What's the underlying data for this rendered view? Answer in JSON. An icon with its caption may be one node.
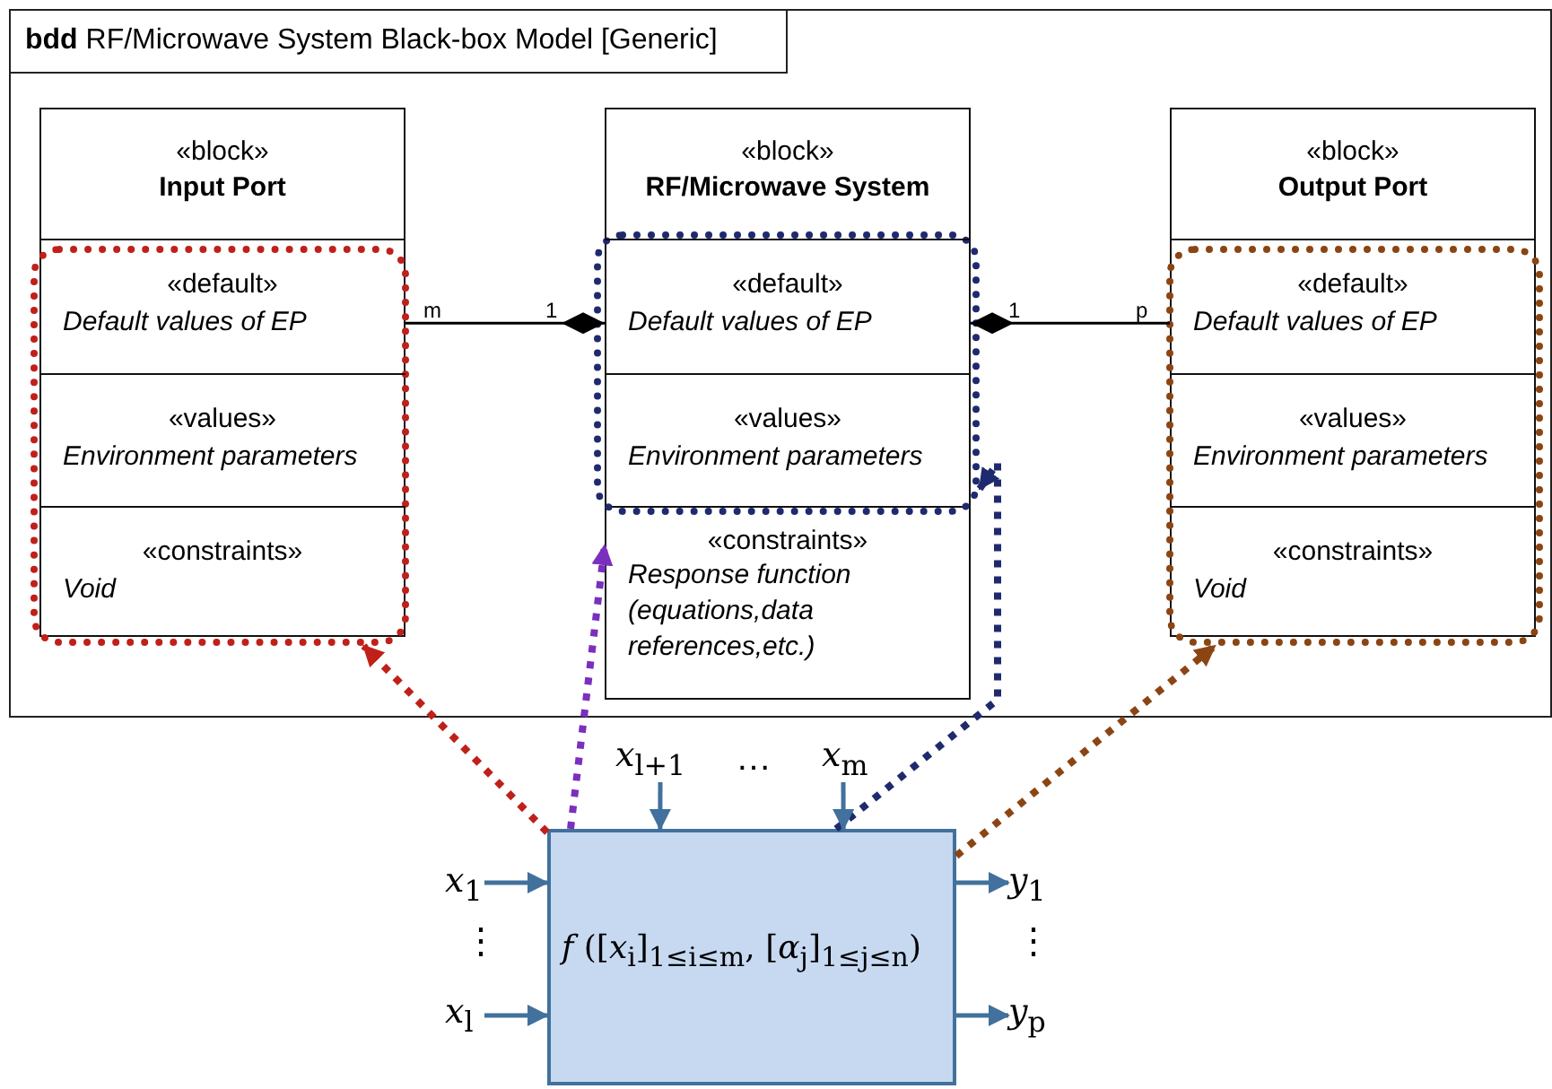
{
  "diagram": {
    "nodes": [
      {
        "text": [
          "**bdd** RF/Microwave System Black-box Model [Generic]"
        ]
      },
      {
        "text": [
          "«block»",
          "Input Port"
        ],
        "in": 0
      },
      {
        "text": [],
        "shape": "box",
        "in": 1
      },
      {
        "text": [
          "«default»",
          "Default values of EP"
        ],
        "in": 2
      },
      {
        "text": [
          "«values»",
          "Environment parameters"
        ],
        "in": 2
      },
      {
        "text": [
          "«constraints»",
          "Void"
        ],
        "in": 2
      },
      {
        "text": [
          "«block»",
          "RF/Microwave System"
        ],
        "in": 0
      },
      {
        "text": [],
        "shape": "box",
        "in": 6
      },
      {
        "text": [
          "«default»",
          "Default values of EP"
        ],
        "in": 7
      },
      {
        "text": [
          "«values»",
          "Environment parameters"
        ],
        "in": 7
      },
      {
        "text": [
          "«constraints»",
          "Response function (equations,data references,etc.)"
        ],
        "in": 6
      },
      {
        "text": [
          "«block»",
          "Output Port"
        ],
        "in": 0
      },
      {
        "text": [],
        "shape": "box",
        "in": 11
      },
      {
        "text": [
          "«default»",
          "Default values of EP"
        ],
        "in": 12
      },
      {
        "text": [
          "«values»",
          "Environment parameters"
        ],
        "in": 12
      },
      {
        "text": [
          "«constraints»",
          "Void"
        ],
        "in": 12
      },
      {
        "text": [
          "*f* ([*x*$_{i}$]$_{1≤i≤m}$, [*α*$_{j}$]$_{1≤j≤n}$)"
        ]
      },
      {
        "text": [
          "*x*$_{1}$"
        ]
      },
      {
        "text": [
          "*x*$_{l}$"
        ]
      },
      {
        "text": [
          "*x*$_{l+1}$"
        ]
      },
      {
        "text": [
          "*x*$_{m}$"
        ]
      },
      {
        "text": [
          "*y*$_{1}$"
        ]
      },
      {
        "text": [
          "*y*$_{p}$"
        ]
      }
    ],
    "edges": [
      {
        "from": 1,
        "to": 6,
        "arrow": "other",
        "color": "#000000"
      },
      {
        "from": 11,
        "to": 6,
        "arrow": "other",
        "color": "#000000"
      },
      {
        "from": 16,
        "to": 2,
        "arrow": "to",
        "style": "dashed",
        "color": "#c0201a"
      },
      {
        "from": 16,
        "to": 10,
        "arrow": "to",
        "style": "dashed",
        "color": "#7b2fbe"
      },
      {
        "from": 16,
        "to": 7,
        "arrow": "to",
        "style": "dashed",
        "color": "#1f2a6e"
      },
      {
        "from": 16,
        "to": 12,
        "arrow": "to",
        "style": "dashed",
        "color": "#8b4513"
      },
      {
        "from": 17,
        "to": 16,
        "arrow": "to"
      },
      {
        "from": 18,
        "to": 16,
        "arrow": "to"
      },
      {
        "from": 19,
        "to": 16,
        "arrow": "to"
      },
      {
        "from": 20,
        "to": 16,
        "arrow": "to"
      },
      {
        "from": 16,
        "to": 21,
        "arrow": "to"
      },
      {
        "from": 16,
        "to": 22,
        "arrow": "to"
      }
    ],
    "labels": [
      "m",
      "1",
      "1",
      "p",
      "⋮",
      "…",
      "⋮"
    ]
  }
}
